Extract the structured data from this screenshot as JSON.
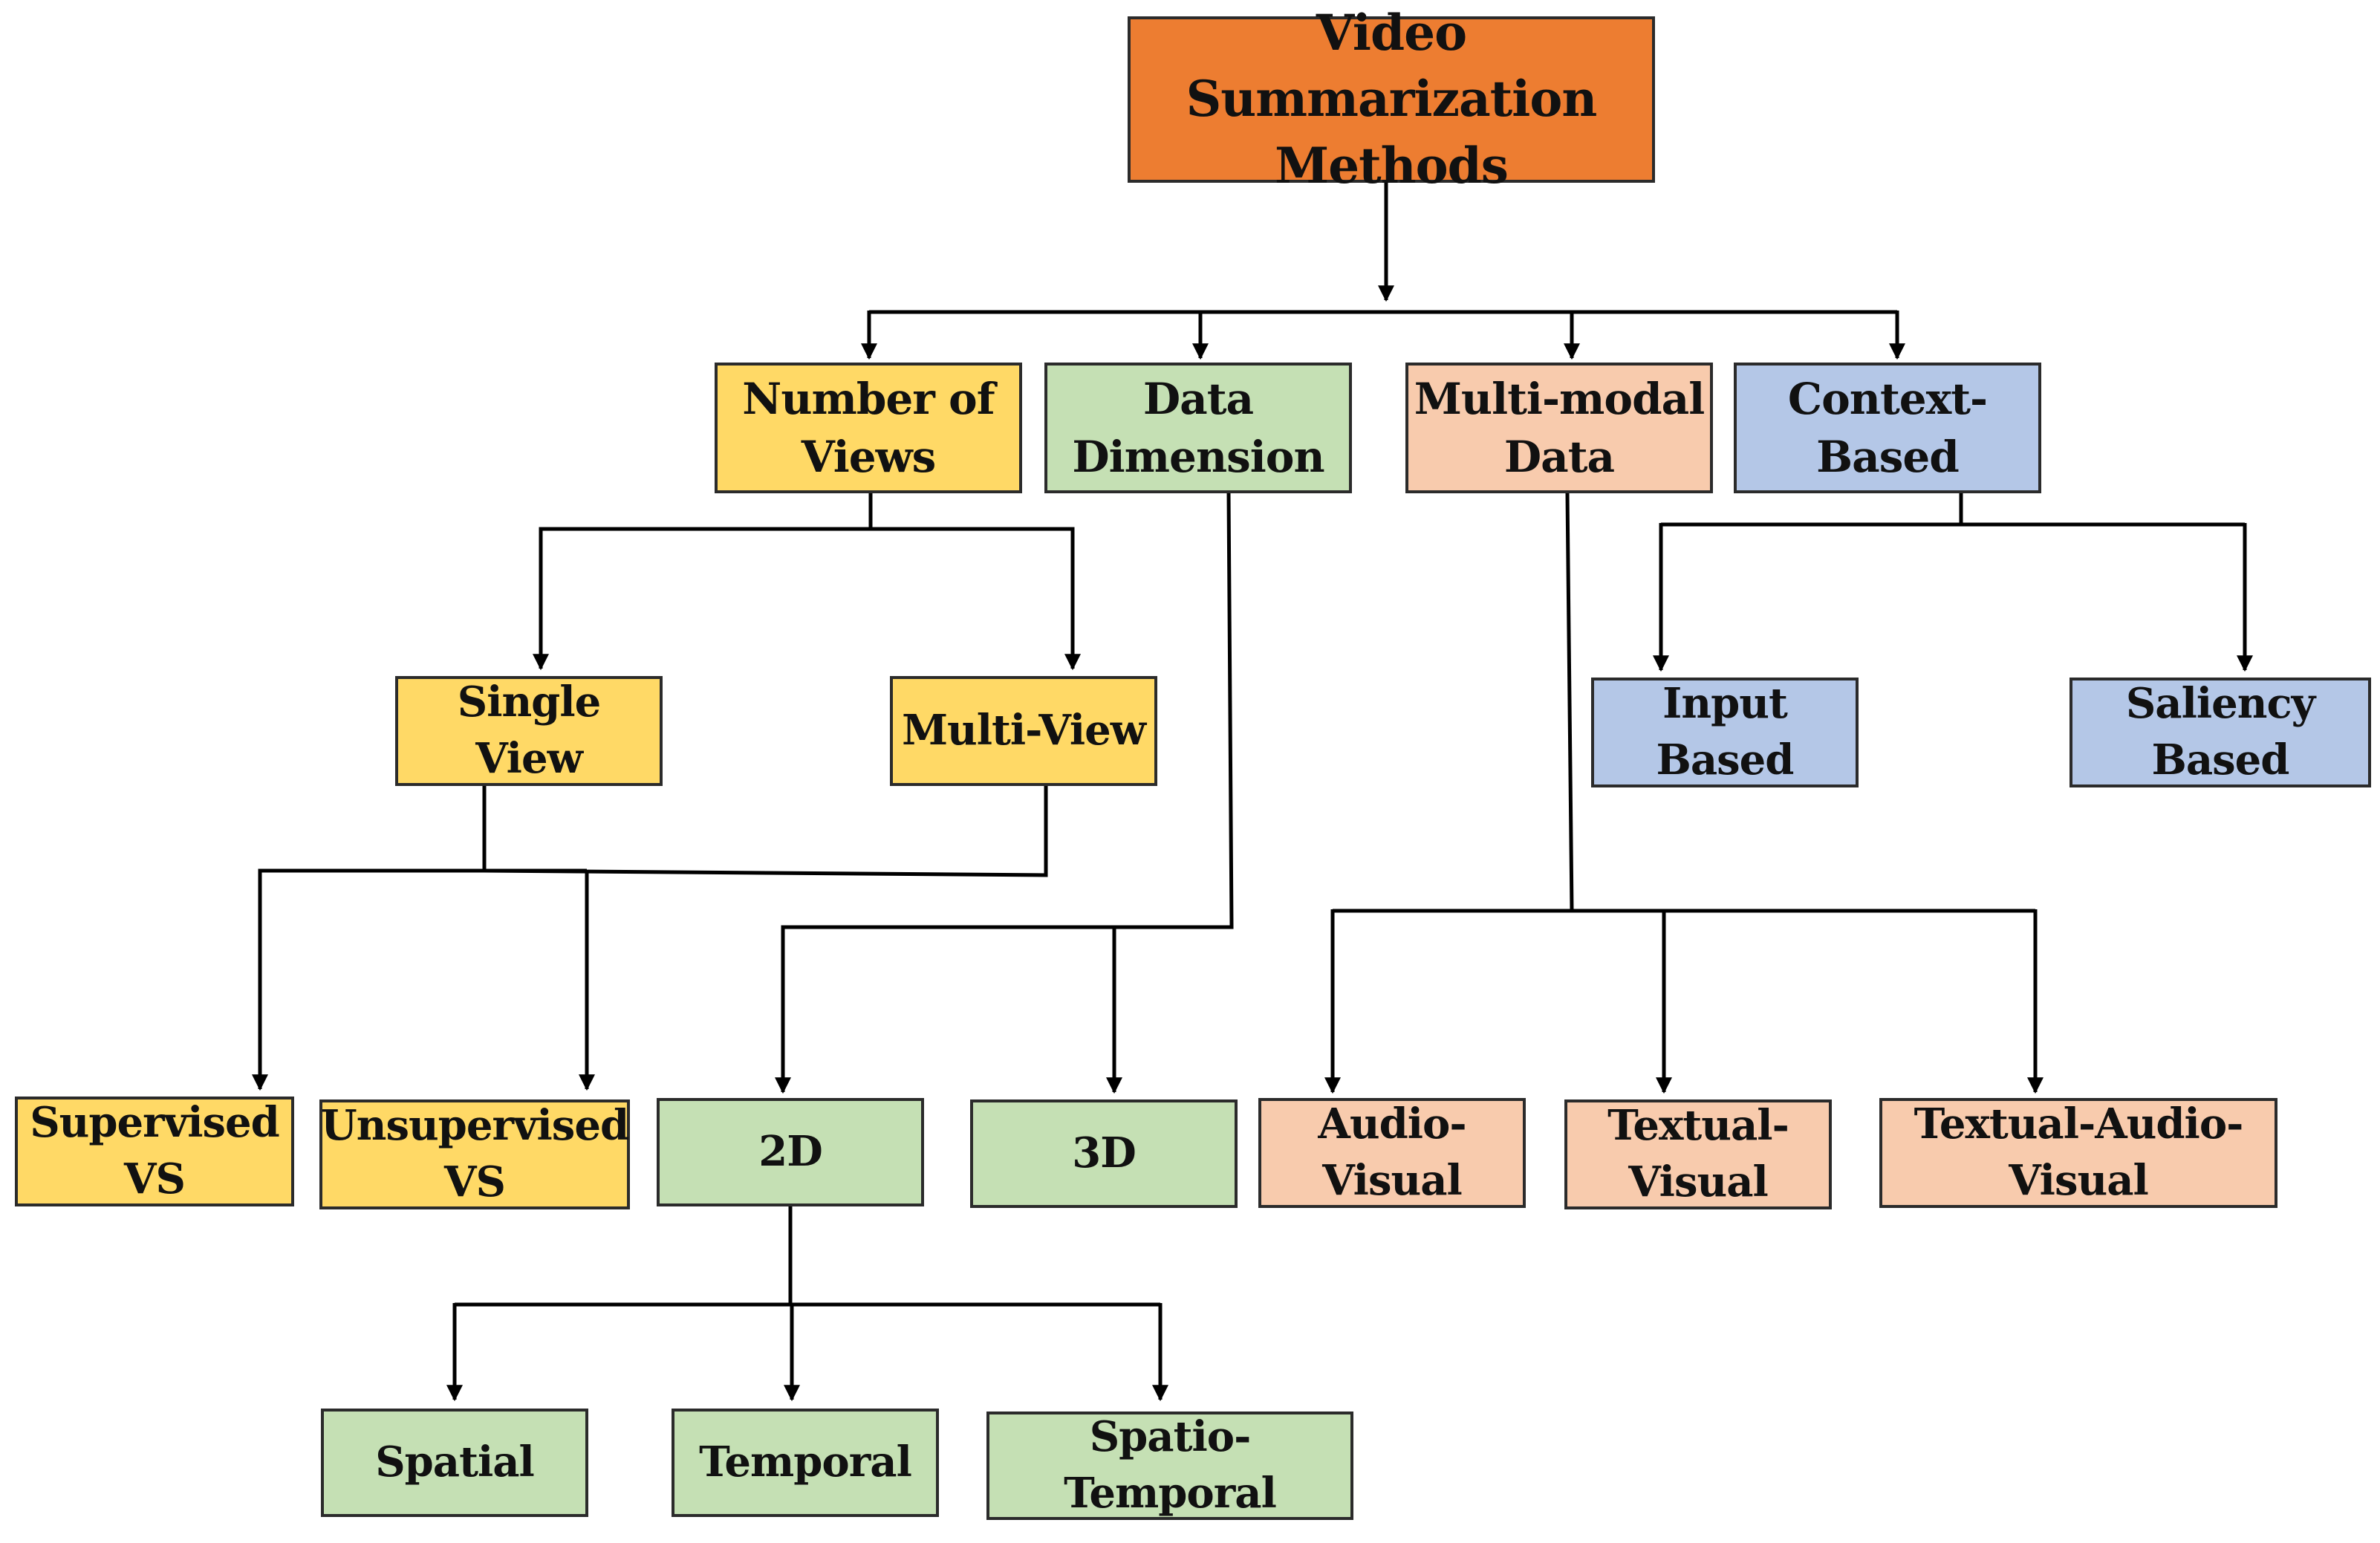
{
  "colors": {
    "root": "#ED7D31",
    "views": "#FFD966",
    "dimension": "#C5E0B4",
    "multimodal": "#F8CBAD",
    "context": "#B4C7E7",
    "line": "#000000"
  },
  "root": {
    "line1": "Video Summarization",
    "line2": "Methods"
  },
  "categories": {
    "views": {
      "line1": "Number of",
      "line2": "Views"
    },
    "dimension": {
      "line1": "Data",
      "line2": "Dimension"
    },
    "multimodal": {
      "line1": "Multi-modal",
      "line2": "Data"
    },
    "context": {
      "label": "Context-Based"
    }
  },
  "views": {
    "single": "Single View",
    "multi": "Multi-View",
    "supervised": "Supervised VS",
    "unsupervised": "Unsupervised VS"
  },
  "dimension": {
    "d2": "2D",
    "d3": "3D",
    "spatial": "Spatial",
    "temporal": "Temporal",
    "spatiotemporal": "Spatio-Temporal"
  },
  "multimodal": {
    "audio_visual": "Audio-Visual",
    "textual_visual": "Textual-Visual",
    "textual_audio_visual": "Textual-Audio-Visual"
  },
  "context": {
    "input": "Input Based",
    "saliency": "Saliency Based"
  }
}
